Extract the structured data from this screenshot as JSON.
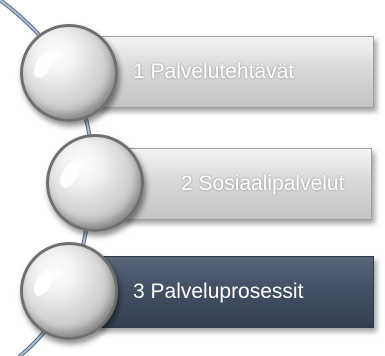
{
  "diagram": {
    "items": [
      {
        "label": "1 Palvelutehtävät",
        "active": false
      },
      {
        "label": "2 Sosiaalipalvelut",
        "active": false
      },
      {
        "label": "3 Palveluprosessit",
        "active": true
      }
    ]
  },
  "colors": {
    "connector": "#6f8fb3",
    "active_banner": "#435064",
    "inactive_banner": "#d4d4d4",
    "label_text": "#ffffff"
  }
}
